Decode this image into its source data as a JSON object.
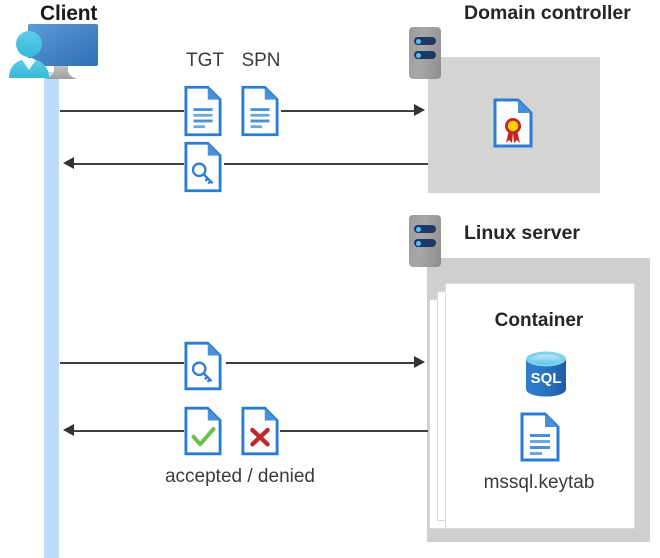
{
  "diagram": {
    "title_client": "Client",
    "title_domain_controller": "Domain controller",
    "title_linux_server": "Linux server",
    "title_container": "Container",
    "label_tgt": "TGT",
    "label_spn": "SPN",
    "label_keytab_file": "mssql.keytab",
    "label_accepted_denied": "accepted / denied",
    "icons": {
      "client": "user-monitor-icon",
      "server_dc": "server-rack-icon",
      "server_linux": "server-rack-icon",
      "tgt_document": "document-lines-icon",
      "spn_document": "document-lines-icon",
      "ticket_key_document": "document-key-icon",
      "certificate": "document-certificate-icon",
      "accepted_document": "document-check-icon",
      "denied_document": "document-cross-icon",
      "sql_database": "sql-database-icon",
      "keytab_document": "document-lines-icon"
    },
    "flows": [
      {
        "name": "client-to-dc-request",
        "direction": "right",
        "payload": [
          "TGT",
          "SPN"
        ]
      },
      {
        "name": "dc-to-client-ticket",
        "direction": "left",
        "payload": [
          "service ticket"
        ]
      },
      {
        "name": "client-to-linux-ticket",
        "direction": "right",
        "payload": [
          "service ticket"
        ]
      },
      {
        "name": "linux-to-client-result",
        "direction": "left",
        "payload": [
          "accepted",
          "denied"
        ]
      }
    ],
    "colors": {
      "accent_blue": "#2b7cd3",
      "doc_fold_blue": "#4a90d9",
      "pillar_blue": "#bcdcfa",
      "group_gray": "#d4d4d4",
      "text_dark": "#262626",
      "check_green": "#6cbf4b",
      "cross_red": "#c0272d",
      "cert_gold": "#ffd200",
      "sql_blue": "#2d7dd2"
    }
  }
}
